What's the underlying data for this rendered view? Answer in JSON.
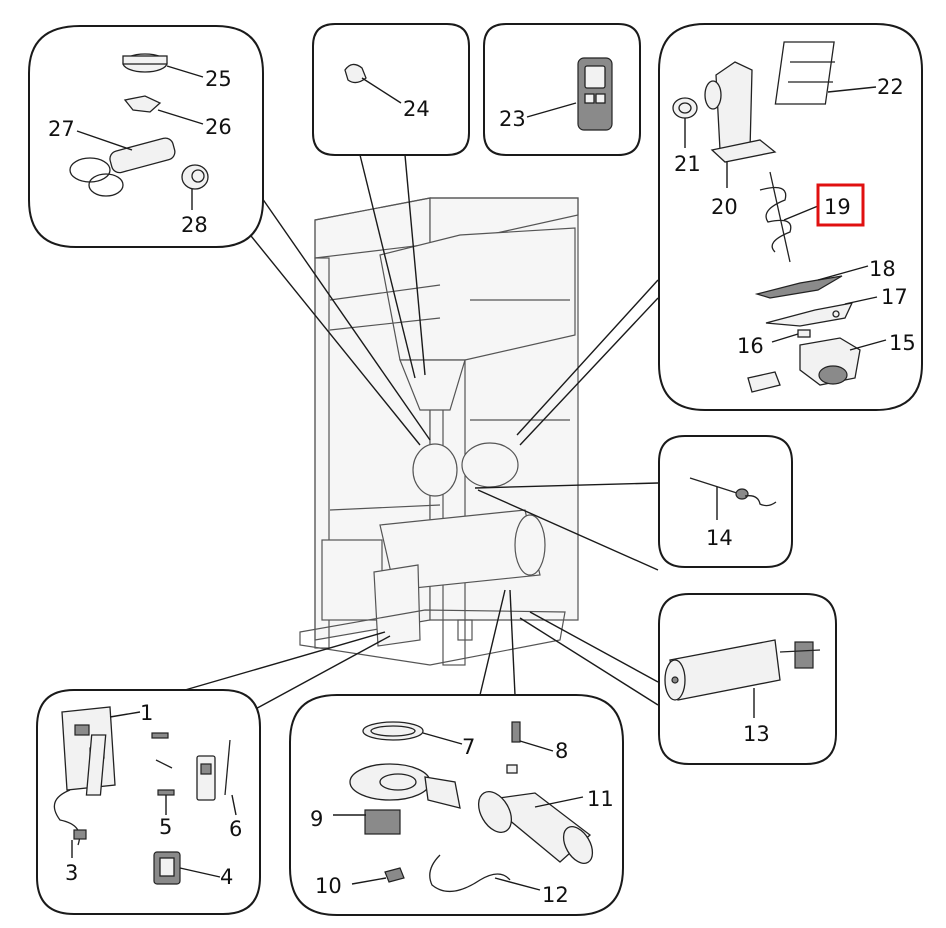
{
  "part_labels": {
    "p1": "1",
    "p2": "3",
    "p3": "4",
    "p4": "5",
    "p5": "6",
    "p6": "7",
    "p7": "8",
    "p8": "9",
    "p9": "10",
    "p10": "11",
    "p11": "12",
    "p12": "13",
    "p13": "14",
    "p14": "15",
    "p15": "16",
    "p16": "17",
    "p17": "18",
    "p18": "19",
    "p19": "20",
    "p20": "21",
    "p21": "22",
    "p22": "23",
    "p23": "24",
    "p24": "25",
    "p25": "26",
    "p26": "27",
    "p27": "28"
  },
  "highlighted_part": "19",
  "colors": {
    "highlight": "#e01010",
    "outline": "#1a1a1a"
  }
}
